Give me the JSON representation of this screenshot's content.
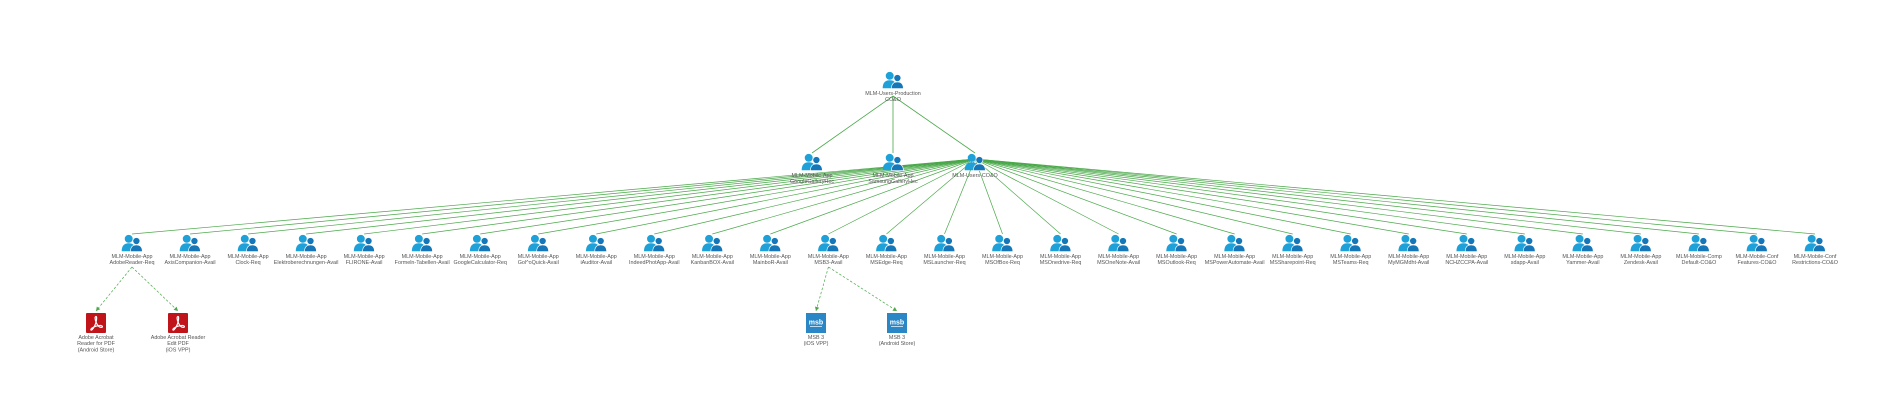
{
  "colors": {
    "edge": "#4aa84a",
    "edge_faint": "#7cc47c",
    "group_icon_a": "#1da1d8",
    "group_icon_b": "#1677b8",
    "pdf_icon": "#c0141a",
    "msb_icon": "#2b86c5",
    "label": "#555555"
  },
  "root": {
    "id": "root",
    "icon": "user-group-icon",
    "lines": [
      "MLM-Users-Production",
      "CO&O"
    ]
  },
  "tier2": [
    {
      "id": "t2a",
      "icon": "user-group-icon",
      "lines": [
        "MLM-Mobile-App",
        "GoogleGalleryHec"
      ]
    },
    {
      "id": "t2b",
      "icon": "user-group-icon",
      "lines": [
        "MLM-Mobile-App",
        "SamsungGalleryHec"
      ]
    },
    {
      "id": "t2c",
      "icon": "user-group-icon",
      "lines": [
        "MLM-Users-CO&O"
      ]
    }
  ],
  "tier3": [
    {
      "id": "g0",
      "icon": "user-group-icon",
      "lines": [
        "MLM-Mobile-App",
        "AdobeReader-Req"
      ]
    },
    {
      "id": "g1",
      "icon": "user-group-icon",
      "lines": [
        "MLM-Mobile-App",
        "AxisCompanion-Avail"
      ]
    },
    {
      "id": "g2",
      "icon": "user-group-icon",
      "lines": [
        "MLM-Mobile-App",
        "Clock-Req"
      ]
    },
    {
      "id": "g3",
      "icon": "user-group-icon",
      "lines": [
        "MLM-Mobile-App",
        "Elektroberechnungen-Avail"
      ]
    },
    {
      "id": "g4",
      "icon": "user-group-icon",
      "lines": [
        "MLM-Mobile-App",
        "FLIRONE-Avail"
      ]
    },
    {
      "id": "g5",
      "icon": "user-group-icon",
      "lines": [
        "MLM-Mobile-App",
        "Formeln-Tabellen-Avail"
      ]
    },
    {
      "id": "g6",
      "icon": "user-group-icon",
      "lines": [
        "MLM-Mobile-App",
        "GoogleCalculator-Req"
      ]
    },
    {
      "id": "g7",
      "icon": "user-group-icon",
      "lines": [
        "MLM-Mobile-App",
        "Gol^oQuick-Avail"
      ]
    },
    {
      "id": "g8",
      "icon": "user-group-icon",
      "lines": [
        "MLM-Mobile-App",
        "iAuditor-Avail"
      ]
    },
    {
      "id": "g9",
      "icon": "user-group-icon",
      "lines": [
        "MLM-Mobile-App",
        "IndeedPhotApp-Avail"
      ]
    },
    {
      "id": "g10",
      "icon": "user-group-icon",
      "lines": [
        "MLM-Mobile-App",
        "KanbanBOX-Avail"
      ]
    },
    {
      "id": "g11",
      "icon": "user-group-icon",
      "lines": [
        "MLM-Mobile-App",
        "MainboR-Avail"
      ]
    },
    {
      "id": "g12",
      "icon": "user-group-icon",
      "lines": [
        "MLM-Mobile-App",
        "MSB3-Avail"
      ]
    },
    {
      "id": "g13",
      "icon": "user-group-icon",
      "lines": [
        "MLM-Mobile-App",
        "MSEdge-Req"
      ]
    },
    {
      "id": "g14",
      "icon": "user-group-icon",
      "lines": [
        "MLM-Mobile-App",
        "MSLauncher-Req"
      ]
    },
    {
      "id": "g15",
      "icon": "user-group-icon",
      "lines": [
        "MLM-Mobile-App",
        "MSOfBox-Req"
      ]
    },
    {
      "id": "g16",
      "icon": "user-group-icon",
      "lines": [
        "MLM-Mobile-App",
        "MSOnedrive-Req"
      ]
    },
    {
      "id": "g17",
      "icon": "user-group-icon",
      "lines": [
        "MLM-Mobile-App",
        "MSOneNote-Avail"
      ]
    },
    {
      "id": "g18",
      "icon": "user-group-icon",
      "lines": [
        "MLM-Mobile-App",
        "MSOutlook-Req"
      ]
    },
    {
      "id": "g19",
      "icon": "user-group-icon",
      "lines": [
        "MLM-Mobile-App",
        "MSPowerAutomate-Avail"
      ]
    },
    {
      "id": "g20",
      "icon": "user-group-icon",
      "lines": [
        "MLM-Mobile-App",
        "MSSharepoint-Req"
      ]
    },
    {
      "id": "g21",
      "icon": "user-group-icon",
      "lines": [
        "MLM-Mobile-App",
        "MSTeams-Req"
      ]
    },
    {
      "id": "g22",
      "icon": "user-group-icon",
      "lines": [
        "MLM-Mobile-App",
        "MyMGMdht-Avail"
      ]
    },
    {
      "id": "g23",
      "icon": "user-group-icon",
      "lines": [
        "MLM-Mobile-App",
        "NCHZCCPA-Avail"
      ]
    },
    {
      "id": "g24",
      "icon": "user-group-icon",
      "lines": [
        "MLM-Mobile-App",
        "sdapp-Avail"
      ]
    },
    {
      "id": "g25",
      "icon": "user-group-icon",
      "lines": [
        "MLM-Mobile-App",
        "Yammer-Avail"
      ]
    },
    {
      "id": "g26",
      "icon": "user-group-icon",
      "lines": [
        "MLM-Mobile-App",
        "Zendesk-Avail"
      ]
    },
    {
      "id": "g27",
      "icon": "user-group-icon",
      "lines": [
        "MLM-Mobile-Comp",
        "Default-CO&O"
      ]
    },
    {
      "id": "g28",
      "icon": "user-group-icon",
      "lines": [
        "MLM-Mobile-Conf",
        "Features-CO&O"
      ]
    },
    {
      "id": "g29",
      "icon": "user-group-icon",
      "lines": [
        "MLM-Mobile-Conf",
        "Restrictions-CO&O"
      ]
    }
  ],
  "apps": [
    {
      "id": "a0",
      "parent": "g0",
      "icon": "pdf-icon",
      "lines": [
        "Adobe Acrobat",
        "Reader for PDF",
        "(Android Store)"
      ]
    },
    {
      "id": "a1",
      "parent": "g0",
      "icon": "pdf-icon",
      "lines": [
        "Adobe Acrobat Reader",
        "Edit PDF",
        "(iOS VPP)"
      ]
    },
    {
      "id": "a2",
      "parent": "g12",
      "icon": "msb-icon",
      "lines": [
        "MSB 3",
        "(iOS VPP)"
      ]
    },
    {
      "id": "a3",
      "parent": "g12",
      "icon": "msb-icon",
      "lines": [
        "MSB 3",
        "(Android Store)"
      ]
    }
  ],
  "msb_glyph": "msb"
}
